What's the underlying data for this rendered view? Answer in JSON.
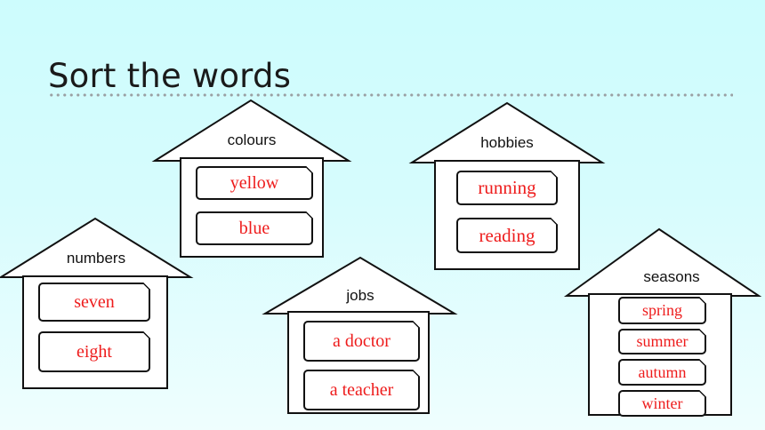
{
  "slide": {
    "title": "Sort the words"
  },
  "houses": {
    "colours": {
      "label": "colours",
      "words": [
        "yellow",
        "blue"
      ]
    },
    "hobbies": {
      "label": "hobbies",
      "words": [
        "running",
        "reading"
      ]
    },
    "numbers": {
      "label": "numbers",
      "words": [
        "seven",
        "eight"
      ]
    },
    "jobs": {
      "label": "jobs",
      "words": [
        "a doctor",
        "a teacher"
      ]
    },
    "seasons": {
      "label": "seasons",
      "words": [
        "spring",
        "summer",
        "autumn",
        "winter"
      ]
    }
  },
  "colors": {
    "word_text": "#ee1c1c",
    "outline": "#111111",
    "background_top": "#cdfcfd"
  }
}
